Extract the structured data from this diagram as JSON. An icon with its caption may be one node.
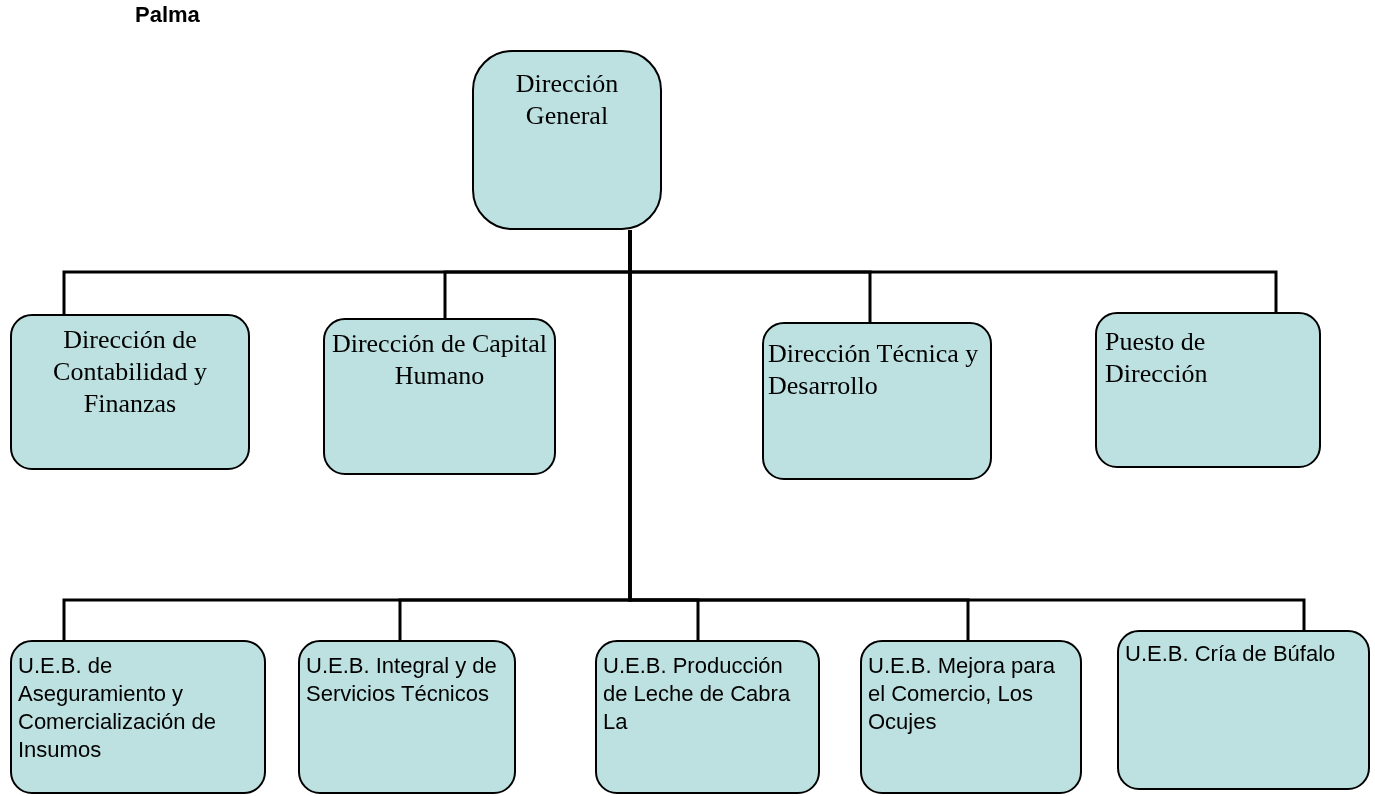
{
  "diagram": {
    "nodes": [
      {
        "text": [
          "Dirección General"
        ]
      },
      {
        "text": [
          "Dirección de Contabilidad y Finanzas"
        ]
      },
      {
        "text": [
          "Dirección de Capital Humano"
        ]
      },
      {
        "text": [
          "Dirección Técnica y Desarrollo"
        ]
      },
      {
        "text": [
          "Puesto de Dirección"
        ]
      },
      {
        "text": [
          "U.E.B. de Aseguramiento y Comercialización de Insumos"
        ]
      },
      {
        "text": [
          "U.E.B. Integral y de Servicios Técnicos"
        ]
      },
      {
        "text": [
          "U.E.B. Producción de Leche de Cabra La"
        ]
      },
      {
        "text": [
          "U.E.B. Mejora para el Comercio, Los Ocujes"
        ]
      },
      {
        "text": [
          "U.E.B. Cría de Búfalo"
        ]
      }
    ],
    "edges": [
      {
        "from": 0,
        "to": 1,
        "arrow": "none"
      },
      {
        "from": 0,
        "to": 2,
        "arrow": "none"
      },
      {
        "from": 0,
        "to": 3,
        "arrow": "none"
      },
      {
        "from": 0,
        "to": 4,
        "arrow": "none"
      },
      {
        "from": 0,
        "to": 5,
        "arrow": "none"
      },
      {
        "from": 0,
        "to": 6,
        "arrow": "none"
      },
      {
        "from": 0,
        "to": 7,
        "arrow": "none"
      },
      {
        "from": 0,
        "to": 8,
        "arrow": "none"
      },
      {
        "from": 0,
        "to": 9,
        "arrow": "none"
      }
    ],
    "labels": [
      "Palma"
    ]
  }
}
